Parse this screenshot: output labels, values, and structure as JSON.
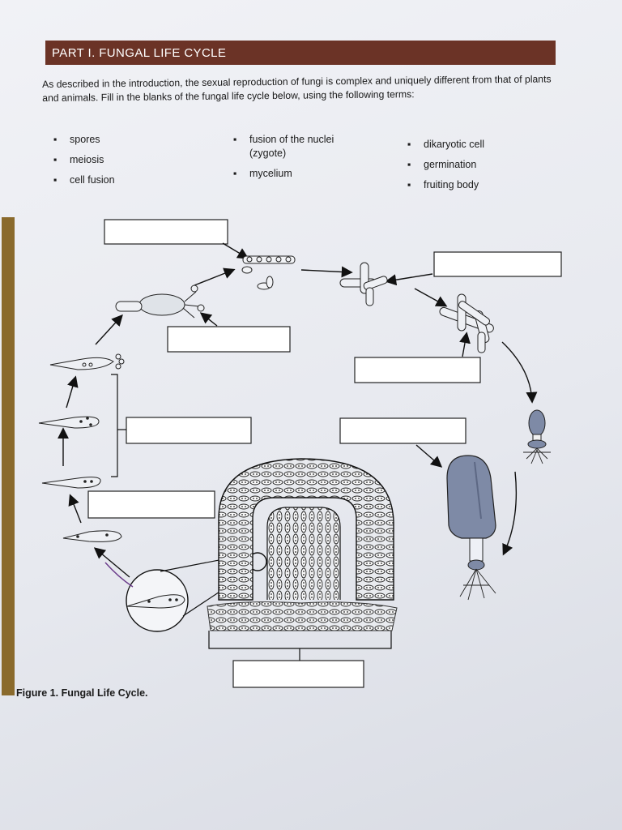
{
  "header": {
    "title": "PART I. FUNGAL LIFE CYCLE"
  },
  "intro": {
    "text": "As described in the introduction, the sexual reproduction of fungi is complex and uniquely different from that of plants and animals. Fill in the blanks of the fungal life cycle below, using the following terms:"
  },
  "terms": {
    "col1": [
      "spores",
      "meiosis",
      "cell fusion"
    ],
    "col2": [
      "fusion of the nuclei (zygote)",
      "mycelium"
    ],
    "col3": [
      "dikaryotic cell",
      "germination",
      "fruiting body"
    ]
  },
  "figure": {
    "caption": "Figure 1. Fungal Life Cycle."
  },
  "colors": {
    "header": "#6b3326",
    "sidebar": "#8a6a2c",
    "mushroom": "#7e8aa6"
  }
}
